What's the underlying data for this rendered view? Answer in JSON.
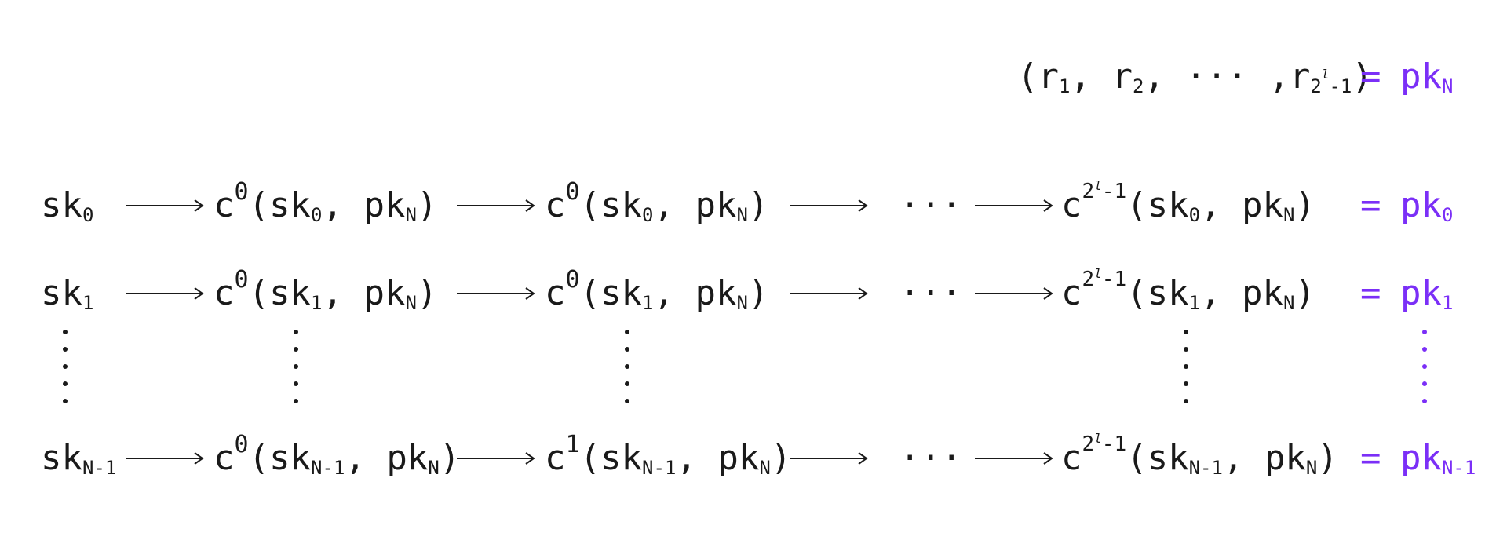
{
  "header_tuple": {
    "open": "(",
    "r1_base": "r",
    "r1_sub": "1",
    "r2_base": "r",
    "r2_sub": "2",
    "ellipsis": "···",
    "rlast_base": "r",
    "rlast_sub_2": "2",
    "rlast_sub_l": "l",
    "rlast_sub_m1": "-1",
    "close": ")",
    "equals": "=",
    "result_base": "pk",
    "result_sub": "N"
  },
  "rows": [
    {
      "sk_base": "sk",
      "sk_sub": "0",
      "step1": {
        "c": "c",
        "exp": "0",
        "sk_base": "sk",
        "sk_sub": "0",
        "pk_base": "pk",
        "pk_sub": "N"
      },
      "step2": {
        "c": "c",
        "exp": "0",
        "sk_base": "sk",
        "sk_sub": "0",
        "pk_base": "pk",
        "pk_sub": "N"
      },
      "ellipsis": "···",
      "last": {
        "c": "c",
        "exp_base": "2",
        "exp_l": "l",
        "exp_m1": "-1",
        "sk_base": "sk",
        "sk_sub": "0",
        "pk_base": "pk",
        "pk_sub": "N"
      },
      "equals": "=",
      "result_base": "pk",
      "result_sub": "0"
    },
    {
      "sk_base": "sk",
      "sk_sub": "1",
      "step1": {
        "c": "c",
        "exp": "0",
        "sk_base": "sk",
        "sk_sub": "1",
        "pk_base": "pk",
        "pk_sub": "N"
      },
      "step2": {
        "c": "c",
        "exp": "0",
        "sk_base": "sk",
        "sk_sub": "1",
        "pk_base": "pk",
        "pk_sub": "N"
      },
      "ellipsis": "···",
      "last": {
        "c": "c",
        "exp_base": "2",
        "exp_l": "l",
        "exp_m1": "-1",
        "sk_base": "sk",
        "sk_sub": "1",
        "pk_base": "pk",
        "pk_sub": "N"
      },
      "equals": "=",
      "result_base": "pk",
      "result_sub": "1"
    },
    {
      "sk_base": "sk",
      "sk_sub": "N-1",
      "step1": {
        "c": "c",
        "exp": "0",
        "sk_base": "sk",
        "sk_sub": "N-1",
        "pk_base": "pk",
        "pk_sub": "N"
      },
      "step2": {
        "c": "c",
        "exp": "1",
        "sk_base": "sk",
        "sk_sub": "N-1",
        "pk_base": "pk",
        "pk_sub": "N"
      },
      "ellipsis": "···",
      "last": {
        "c": "c",
        "exp_base": "2",
        "exp_l": "l",
        "exp_m1": "-1",
        "sk_base": "sk",
        "sk_sub": "N-1",
        "pk_base": "pk",
        "pk_sub": "N"
      },
      "equals": "=",
      "result_base": "pk",
      "result_sub": "N-1"
    }
  ],
  "colors": {
    "text": "#1a1a1a",
    "accent": "#7b2ff7"
  }
}
